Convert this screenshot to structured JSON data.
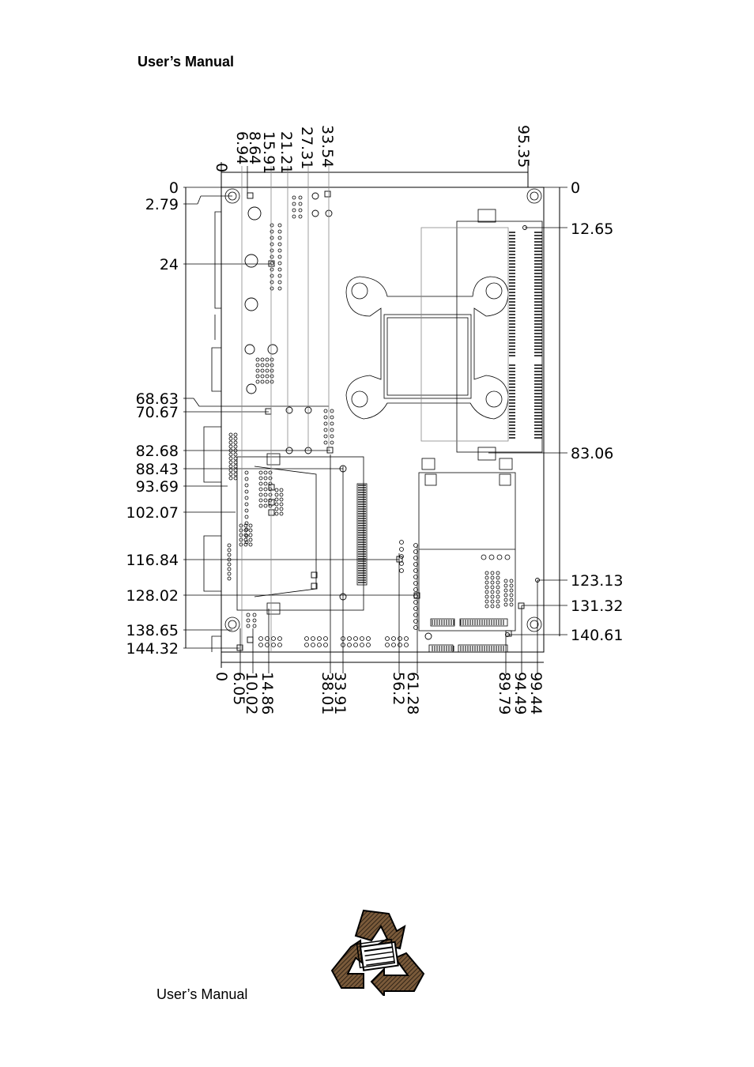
{
  "header": {
    "title": "User’s Manual"
  },
  "footer": {
    "title": "User’s Manual"
  },
  "drawing": {
    "top_dims": [
      "0",
      "6.94",
      "8.64",
      "15.91",
      "21.21",
      "27.31",
      "33.54",
      "95.35"
    ],
    "bottom_dims": [
      "0",
      "6.05",
      "10.02",
      "14.86",
      "33.91",
      "38.01",
      "56.2",
      "61.28",
      "89.79",
      "94.49",
      "99.44"
    ],
    "left_dims": [
      "0",
      "2.79",
      "24",
      "68.63",
      "70.67",
      "82.68",
      "88.43",
      "93.69",
      "102.07",
      "116.84",
      "128.02",
      "138.65",
      "144.32"
    ],
    "right_dims": [
      "0",
      "12.65",
      "83.06",
      "123.13",
      "131.32",
      "140.61"
    ]
  },
  "logo": {
    "icon": "recycle-icon"
  }
}
